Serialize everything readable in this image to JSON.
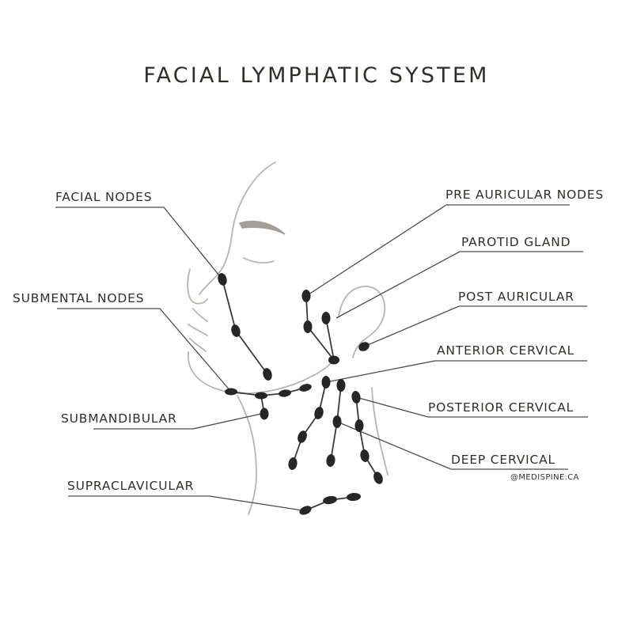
{
  "title": "FACIAL LYMPHATIC SYSTEM",
  "labels": {
    "facial_nodes": "FACIAL NODES",
    "submental_nodes": "SUBMENTAL NODES",
    "submandibular": "SUBMANDIBULAR",
    "supraclavicular": "SUPRACLAVICULAR",
    "pre_auricular_nodes": "PRE AURICULAR NODES",
    "parotid_gland": "PAROTID GLAND",
    "post_auricular": "POST AURICULAR",
    "anterior_cervical": "ANTERIOR CERVICAL",
    "posterior_cervical": "POSTERIOR CERVICAL",
    "deep_cervical": "DEEP CERVICAL"
  },
  "credit": "@MEDISPINE.CA",
  "colors": {
    "text": "#2f2f2a",
    "node": "#262626",
    "line": "#4a4a4a",
    "outline": "#b8b4ae"
  }
}
